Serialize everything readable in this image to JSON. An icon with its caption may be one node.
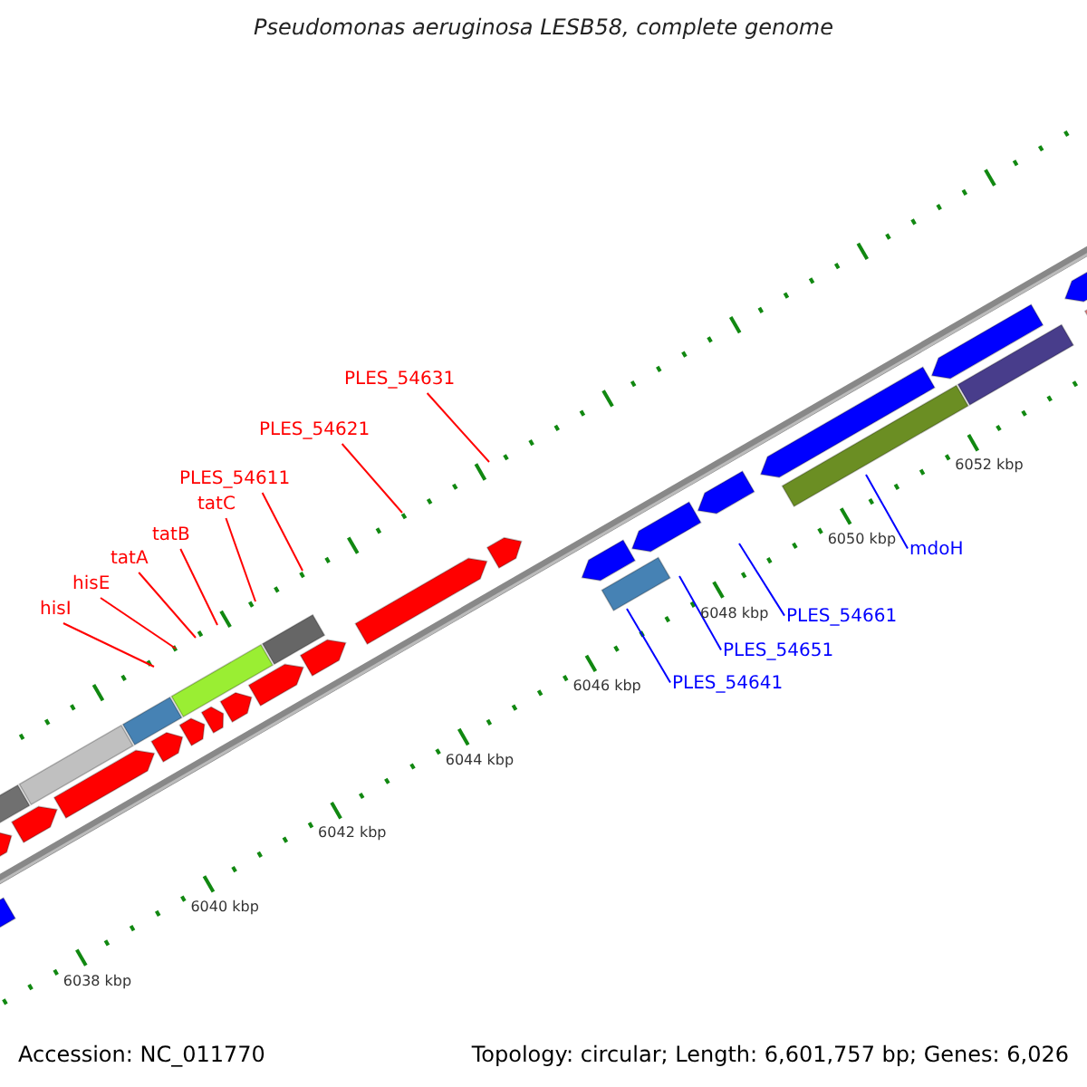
{
  "diagram": {
    "title": "Pseudomonas aeruginosa LESB58, complete genome",
    "nodes": [
      {
        "text": [
          "hisI"
        ]
      },
      {
        "text": [
          "hisE"
        ]
      },
      {
        "text": [
          "tatA"
        ]
      },
      {
        "text": [
          "tatB"
        ]
      },
      {
        "text": [
          "tatC"
        ]
      },
      {
        "text": [
          "PLES_54611"
        ]
      },
      {
        "text": [
          "PLES_54621"
        ]
      },
      {
        "text": [
          "PLES_54631"
        ]
      },
      {
        "text": [
          "PLES_54641"
        ]
      },
      {
        "text": [
          "PLES_54651"
        ]
      },
      {
        "text": [
          "PLES_54661"
        ]
      },
      {
        "text": [
          "mdoH"
        ]
      }
    ],
    "edges": [
      {
        "from": 0,
        "to": null,
        "arrow": "none"
      },
      {
        "from": 1,
        "to": null,
        "arrow": "none"
      },
      {
        "from": 2,
        "to": null,
        "arrow": "none"
      },
      {
        "from": 3,
        "to": null,
        "arrow": "none"
      },
      {
        "from": 4,
        "to": null,
        "arrow": "none"
      },
      {
        "from": 5,
        "to": null,
        "arrow": "none"
      },
      {
        "from": 6,
        "to": null,
        "arrow": "none"
      },
      {
        "from": 7,
        "to": null,
        "arrow": "none"
      },
      {
        "from": 8,
        "to": null,
        "arrow": "none",
        "color": "#0000ff"
      },
      {
        "from": 9,
        "to": null,
        "arrow": "none",
        "color": "#0000ff"
      },
      {
        "from": 10,
        "to": null,
        "arrow": "none",
        "color": "#0000ff"
      },
      {
        "from": 11,
        "to": null,
        "arrow": "none",
        "color": "#0000ff"
      }
    ],
    "labels": [
      "6052 kbp",
      "6050 kbp",
      "6048 kbp",
      "6046 kbp",
      "6044 kbp",
      "6042 kbp",
      "6040 kbp",
      "6038 kbp",
      "Accession: NC_011770",
      "Topology: circular; Length: 6,601,757 bp; Genes: 6,026"
    ]
  }
}
